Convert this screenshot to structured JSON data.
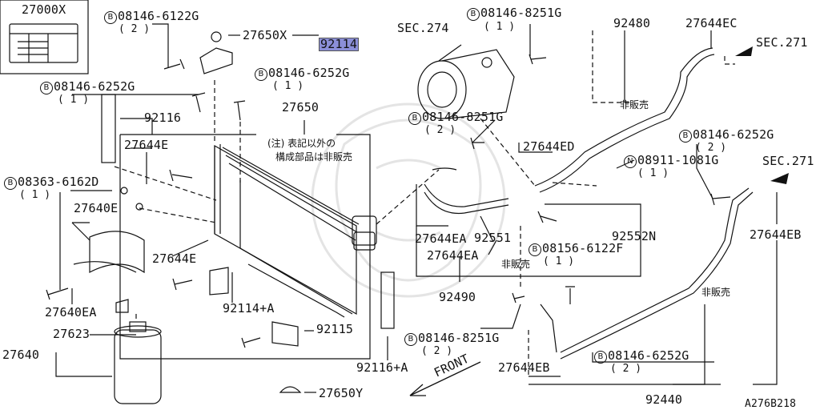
{
  "diagram": {
    "parts": {
      "p27000x": "27000X",
      "p27650x": "27650X",
      "p92114": "92114",
      "p27650": "27650",
      "p92116": "92116",
      "p27644e_top": "27644E",
      "p27640e": "27640E",
      "p27644e_mid": "27644E",
      "p27640ea": "27640EA",
      "p27623": "27623",
      "p27640": "27640",
      "p92114a": "92114+A",
      "p92115": "92115",
      "p92116a": "92116+A",
      "p27650y": "27650Y",
      "sec274": "SEC.274",
      "p27644ed": "27644ED",
      "p27644ea_1": "27644EA",
      "p27644ea_2": "27644EA",
      "p92551": "92551",
      "p92552n": "92552N",
      "p92490": "92490",
      "p92480": "92480",
      "p27644ec": "27644EC",
      "sec271_a": "SEC.271",
      "sec271_b": "SEC.271",
      "p27644eb_r": "27644EB",
      "p27644eb_b": "27644EB",
      "p92440": "92440",
      "front": "FRONT",
      "figure_id": "A276B218"
    },
    "fasteners": {
      "f1": {
        "prefix": "B",
        "code": "08146-6122G",
        "qty": "( 2 )"
      },
      "f2": {
        "prefix": "B",
        "code": "08146-6252G",
        "qty": "( 1 )"
      },
      "f3": {
        "prefix": "B",
        "code": "08146-6252G",
        "qty": "( 1 )"
      },
      "f4": {
        "prefix": "B",
        "code": "08363-6162D",
        "qty": "( 1 )"
      },
      "f5": {
        "prefix": "B",
        "code": "08146-8251G",
        "qty": "( 1 )"
      },
      "f6": {
        "prefix": "B",
        "code": "08146-8251G",
        "qty": "( 2 )"
      },
      "f7": {
        "prefix": "N",
        "code": "08911-1081G",
        "qty": "( 1 )"
      },
      "f8": {
        "prefix": "B",
        "code": "08146-6252G",
        "qty": "( 2 )"
      },
      "f9": {
        "prefix": "B",
        "code": "08156-6122F",
        "qty": "( 1 )"
      },
      "f10": {
        "prefix": "B",
        "code": "08146-8251G",
        "qty": "( 2 )"
      },
      "f11": {
        "prefix": "B",
        "code": "08146-6252G",
        "qty": "( 2 )"
      }
    },
    "notes": {
      "note_line1": "(注) 表記以外の",
      "note_line2": "構成部品は非販売",
      "not_sold_1": "非販売",
      "not_sold_2": "非販売",
      "not_sold_3": "非販売"
    },
    "colors": {
      "line": "#111111",
      "selected_highlight": "#8b8fd8"
    }
  }
}
